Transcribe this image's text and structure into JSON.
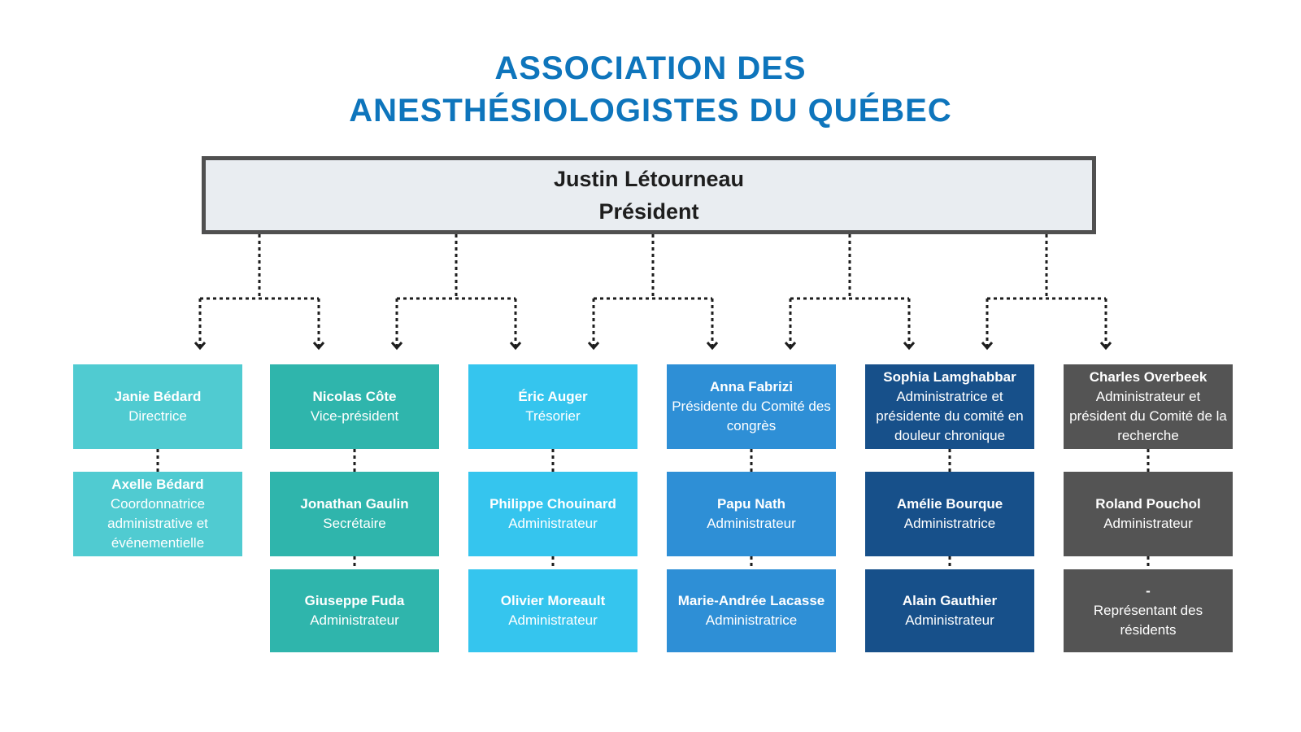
{
  "title": {
    "line1": "ASSOCIATION DES",
    "line2": "ANESTHÉSIOLOGISTES DU QUÉBEC"
  },
  "president": {
    "name": "Justin Létourneau",
    "role": "Président"
  },
  "colors": {
    "title": "#0e75bc",
    "president_bg": "#e9edf1",
    "president_border": "#505050",
    "connector": "#1e1e1e",
    "columns": [
      "#50cbd1",
      "#2fb5ac",
      "#35c5ee",
      "#2e8fd6",
      "#17508a",
      "#545454"
    ]
  },
  "columns": [
    {
      "members": [
        {
          "name": "Janie Bédard",
          "role": "Directrice"
        },
        {
          "name": "Axelle Bédard",
          "role": "Coordonnatrice administrative et événementielle"
        }
      ]
    },
    {
      "members": [
        {
          "name": "Nicolas Côte",
          "role": "Vice-président"
        },
        {
          "name": "Jonathan Gaulin",
          "role": "Secrétaire"
        },
        {
          "name": "Giuseppe Fuda",
          "role": "Administrateur"
        }
      ]
    },
    {
      "members": [
        {
          "name": "Éric Auger",
          "role": "Trésorier"
        },
        {
          "name": "Philippe Chouinard",
          "role": "Administrateur"
        },
        {
          "name": "Olivier Moreault",
          "role": "Administrateur"
        }
      ]
    },
    {
      "members": [
        {
          "name": "Anna Fabrizi",
          "role": "Présidente du Comité des congrès"
        },
        {
          "name": "Papu Nath",
          "role": "Administrateur"
        },
        {
          "name": "Marie-Andrée Lacasse",
          "role": "Administratrice"
        }
      ]
    },
    {
      "members": [
        {
          "name": "Sophia Lamghabbar",
          "role": "Administratrice et présidente du comité en douleur chronique"
        },
        {
          "name": "Amélie Bourque",
          "role": "Administratrice"
        },
        {
          "name": "Alain Gauthier",
          "role": "Administrateur"
        }
      ]
    },
    {
      "members": [
        {
          "name": "Charles Overbeek",
          "role": "Administrateur et président du Comité de la recherche"
        },
        {
          "name": "Roland Pouchol",
          "role": "Administrateur"
        },
        {
          "name": "-",
          "role": "Représentant des résidents"
        }
      ]
    }
  ]
}
